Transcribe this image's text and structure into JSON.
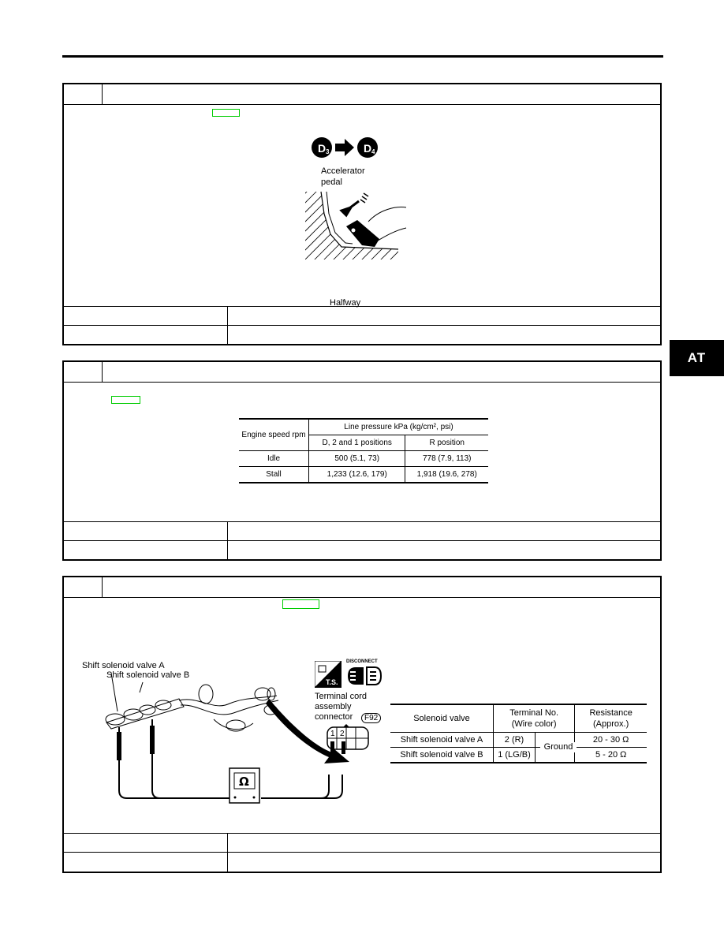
{
  "side_tab": "AT",
  "fig1": {
    "from_gear": "D",
    "from_sub": "3",
    "to_gear": "D",
    "to_sub": "4",
    "pedal_label": [
      "Accelerator",
      "pedal"
    ],
    "position_label": "Halfway"
  },
  "line_pressure_table": {
    "col_engine": "Engine speed rpm",
    "col_group": "Line pressure kPa (kg/cm², psi)",
    "col_d": "D, 2 and 1 positions",
    "col_r": "R position",
    "rows": [
      {
        "speed": "Idle",
        "d": "500 (5.1, 73)",
        "r": "778 (7.9, 113)"
      },
      {
        "speed": "Stall",
        "d": "1,233 (12.6, 179)",
        "r": "1,918 (19.6, 278)"
      }
    ]
  },
  "fig3": {
    "valve_a_label": "Shift solenoid valve A",
    "valve_b_label": "Shift solenoid valve B",
    "ts_label": "T.S.",
    "disconnect_label": "DISCONNECT",
    "connector_label": [
      "Terminal cord",
      "assembly",
      "connector"
    ],
    "connector_code": "F92",
    "terminal_1": "1",
    "terminal_2": "2",
    "ohm_symbol": "Ω"
  },
  "solenoid_table": {
    "col_valve": "Solenoid valve",
    "col_terminal": [
      "Terminal No.",
      "(Wire color)"
    ],
    "col_resistance": [
      "Resistance",
      "(Approx.)"
    ],
    "ground": "Ground",
    "rows": [
      {
        "valve": "Shift solenoid valve A",
        "terminal": "2 (R)",
        "resistance": "20 - 30 Ω"
      },
      {
        "valve": "Shift solenoid valve B",
        "terminal": "1 (LG/B)",
        "resistance": "5 - 20 Ω"
      }
    ]
  }
}
